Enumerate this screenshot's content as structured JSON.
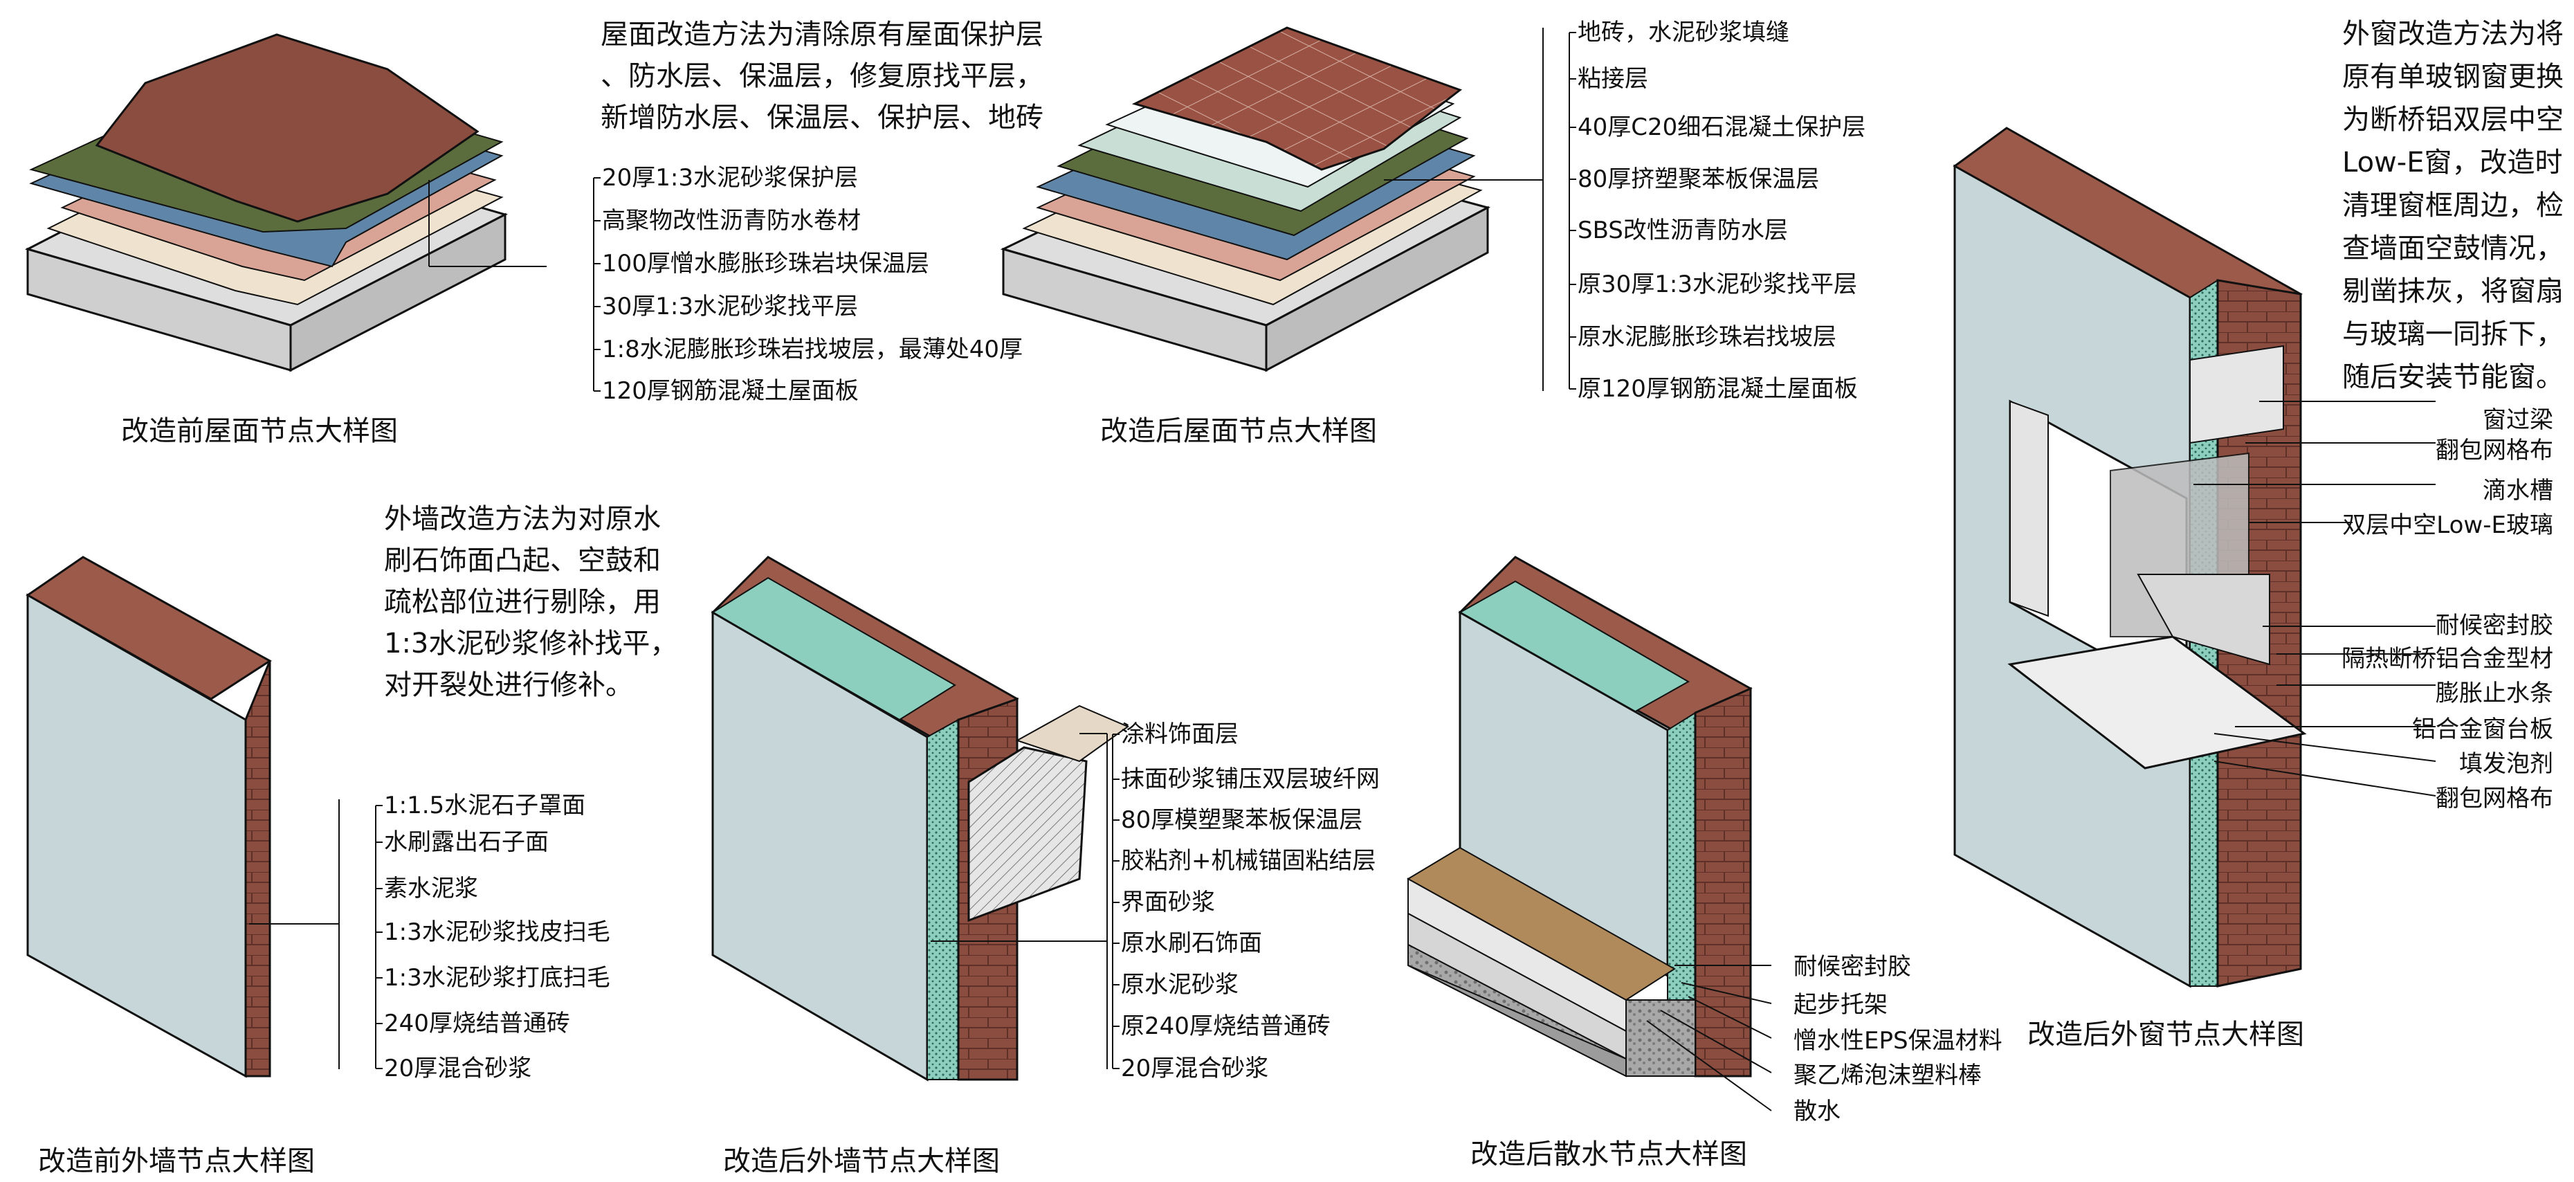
{
  "colors": {
    "brick": "#8b4d3f",
    "brick_dark": "#5f3027",
    "brick_top": "#9c5a4b",
    "plaster": "#c7d6d8",
    "plaster_side": "#aebfc2",
    "insulation": "#8ccfbf",
    "waterproof_green": "#5b6d3c",
    "insul_blue": "#5f86a9",
    "pink": "#d9a495",
    "beige": "#e8d9c4",
    "concrete": "#d9d9d9",
    "concrete_side": "#c2c2c2",
    "tile": "#9a5244",
    "white_layer": "#eef3f3",
    "light_green": "#c9dfd6",
    "gravel": "#9c9c9c",
    "wood": "#b08a5a",
    "line": "#111111"
  },
  "diagrams": {
    "roof_before": {
      "caption": "改造前屋面节点大样图",
      "description_lines": [
        "屋面改造方法为清除原有屋面保护层",
        "、防水层、保温层，修复原找平层，",
        "新增防水层、保温层、保护层、地砖"
      ],
      "labels": [
        "20厚1:3水泥砂浆保护层",
        "高聚物改性沥青防水卷材",
        "100厚憎水膨胀珍珠岩块保温层",
        "30厚1:3水泥砂浆找平层",
        "1:8水泥膨胀珍珠岩找坡层，最薄处40厚",
        "120厚钢筋混凝土屋面板"
      ]
    },
    "roof_after": {
      "caption": "改造后屋面节点大样图",
      "labels": [
        "地砖，水泥砂浆填缝",
        "粘接层",
        "40厚C20细石混凝土保护层",
        "80厚挤塑聚苯板保温层",
        "SBS改性沥青防水层",
        "原30厚1:3水泥砂浆找平层",
        "原水泥膨胀珍珠岩找坡层",
        "原120厚钢筋混凝土屋面板"
      ]
    },
    "window_after": {
      "caption": "改造后外窗节点大样图",
      "description_lines": [
        "外窗改造方法为将",
        "原有单玻钢窗更换",
        "为断桥铝双层中空",
        "Low-E窗，改造时",
        "清理窗框周边，检",
        "查墙面空鼓情况，",
        "剔凿抹灰，将窗扇",
        "与玻璃一同拆下，",
        "随后安装节能窗。"
      ],
      "labels": [
        "窗过梁",
        "翻包网格布",
        "滴水槽",
        "双层中空Low-E玻璃",
        "耐候密封胶",
        "隔热断桥铝合金型材",
        "膨胀止水条",
        "铝合金窗台板",
        "填发泡剂",
        "翻包网格布"
      ]
    },
    "wall_before": {
      "caption": "改造前外墙节点大样图",
      "description_lines": [
        "外墙改造方法为对原水",
        "刷石饰面凸起、空鼓和",
        "疏松部位进行剔除，用",
        "1:3水泥砂浆修补找平，",
        "对开裂处进行修补。"
      ],
      "labels": [
        "1:1.5水泥石子罩面",
        "水刷露出石子面",
        "素水泥浆",
        "1:3水泥砂浆找皮扫毛",
        "1:3水泥砂浆打底扫毛",
        "240厚烧结普通砖",
        "20厚混合砂浆"
      ]
    },
    "wall_after": {
      "caption": "改造后外墙节点大样图",
      "labels": [
        "涂料饰面层",
        "抹面砂浆铺压双层玻纤网",
        "80厚模塑聚苯板保温层",
        "胶粘剂+机械锚固粘结层",
        "界面砂浆",
        "原水刷石饰面",
        "原水泥砂浆",
        "原240厚烧结普通砖",
        "20厚混合砂浆"
      ]
    },
    "apron_after": {
      "caption": "改造后散水节点大样图",
      "labels": [
        "耐候密封胶",
        "起步托架",
        "憎水性EPS保温材料",
        "聚乙烯泡沫塑料棒",
        "散水"
      ]
    }
  }
}
